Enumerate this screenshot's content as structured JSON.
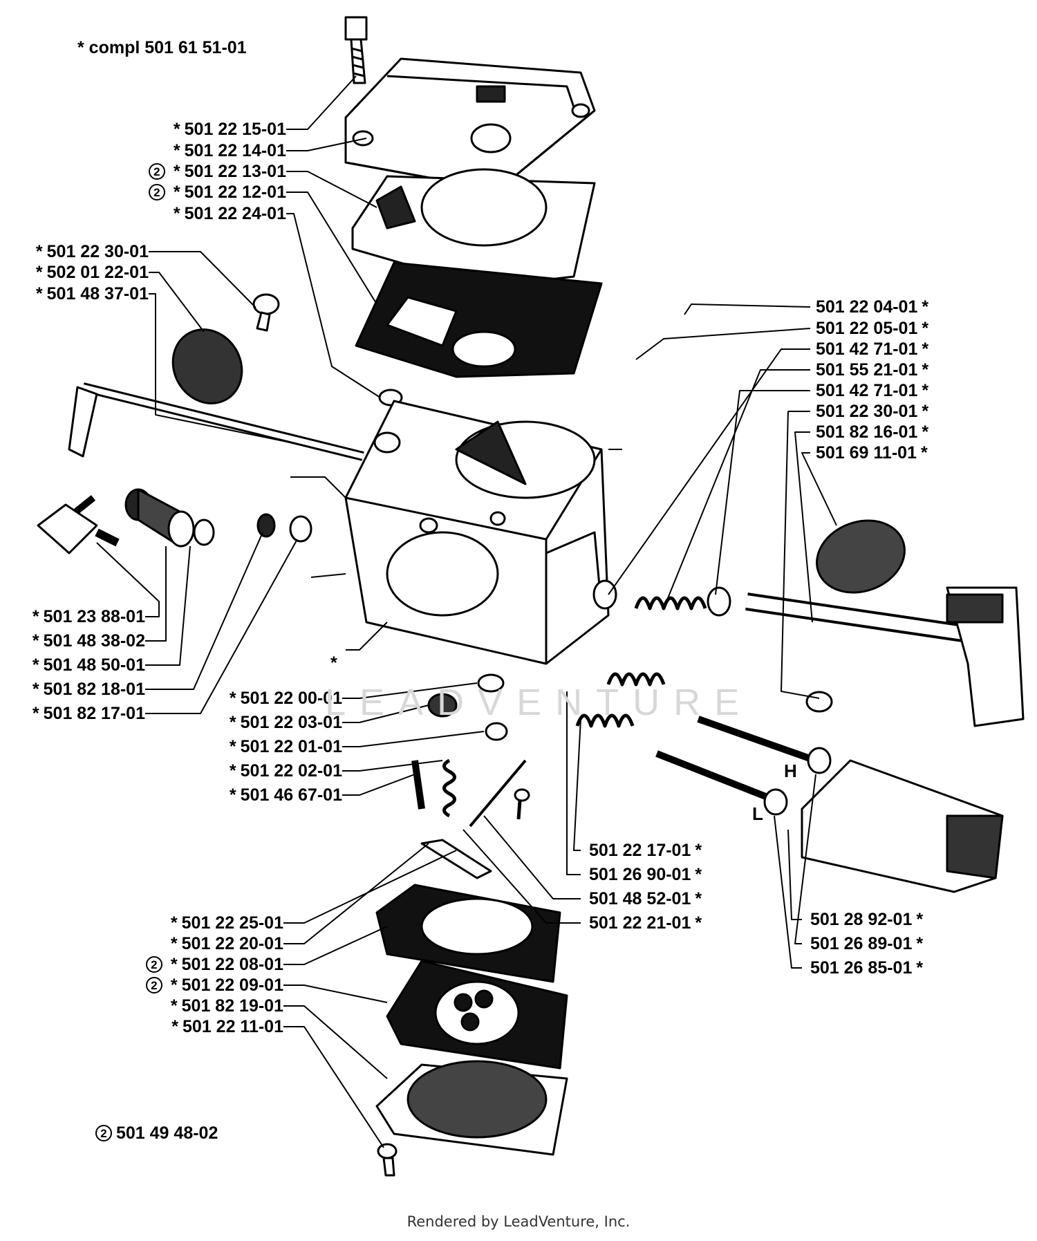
{
  "title_code": "* compl 501 61 51-01",
  "legend_code": "501 49 48-02",
  "legend_mark": "2",
  "watermark": "LEADVENTURE",
  "footer": "Rendered by LeadVenture, Inc.",
  "letters": {
    "h": "H",
    "l": "L"
  },
  "labels_left": [
    {
      "code": "501 22 15-01",
      "star": "*",
      "mark": ""
    },
    {
      "code": "501 22 14-01",
      "star": "*",
      "mark": ""
    },
    {
      "code": "501 22 13-01",
      "star": "*",
      "mark": "2"
    },
    {
      "code": "501 22 12-01",
      "star": "*",
      "mark": "2"
    },
    {
      "code": "501 22 24-01",
      "star": "*",
      "mark": ""
    },
    {
      "code": "501 22 30-01",
      "star": "*",
      "mark": ""
    },
    {
      "code": "502 01 22-01",
      "star": "*",
      "mark": ""
    },
    {
      "code": "501 48 37-01",
      "star": "*",
      "mark": ""
    },
    {
      "code": "501 23 88-01",
      "star": "*",
      "mark": ""
    },
    {
      "code": "501 48 38-02",
      "star": "*",
      "mark": ""
    },
    {
      "code": "501 48 50-01",
      "star": "*",
      "mark": ""
    },
    {
      "code": "501 82 18-01",
      "star": "*",
      "mark": ""
    },
    {
      "code": "501 82 17-01",
      "star": "*",
      "mark": ""
    },
    {
      "code": "501 22 00-01",
      "star": "*",
      "mark": ""
    },
    {
      "code": "501 22 03-01",
      "star": "*",
      "mark": ""
    },
    {
      "code": "501 22 01-01",
      "star": "*",
      "mark": ""
    },
    {
      "code": "501 22 02-01",
      "star": "*",
      "mark": ""
    },
    {
      "code": "501 46 67-01",
      "star": "*",
      "mark": ""
    },
    {
      "code": "501 22 25-01",
      "star": "*",
      "mark": ""
    },
    {
      "code": "501 22 20-01",
      "star": "*",
      "mark": ""
    },
    {
      "code": "501 22 08-01",
      "star": "*",
      "mark": "2"
    },
    {
      "code": "501 22 09-01",
      "star": "*",
      "mark": "2"
    },
    {
      "code": "501 82 19-01",
      "star": "*",
      "mark": ""
    },
    {
      "code": "501 22 11-01",
      "star": "*",
      "mark": ""
    }
  ],
  "labels_right": [
    {
      "code": "501 22 04-01",
      "star": "*"
    },
    {
      "code": "501 22 05-01",
      "star": "*"
    },
    {
      "code": "501 42 71-01",
      "star": "*"
    },
    {
      "code": "501 55 21-01",
      "star": "*"
    },
    {
      "code": "501 42 71-01",
      "star": "*"
    },
    {
      "code": "501 22 30-01",
      "star": "*"
    },
    {
      "code": "501 82 16-01",
      "star": "*"
    },
    {
      "code": "501 69 11-01",
      "star": "*"
    },
    {
      "code": "501 22 17-01",
      "star": "*"
    },
    {
      "code": "501 26 90-01",
      "star": "*"
    },
    {
      "code": "501 48 52-01",
      "star": "*"
    },
    {
      "code": "501 22 21-01",
      "star": "*"
    },
    {
      "code": "501 28 92-01",
      "star": "*"
    },
    {
      "code": "501 26 89-01",
      "star": "*"
    },
    {
      "code": "501 26 85-01",
      "star": "*"
    }
  ],
  "body_star": "*"
}
